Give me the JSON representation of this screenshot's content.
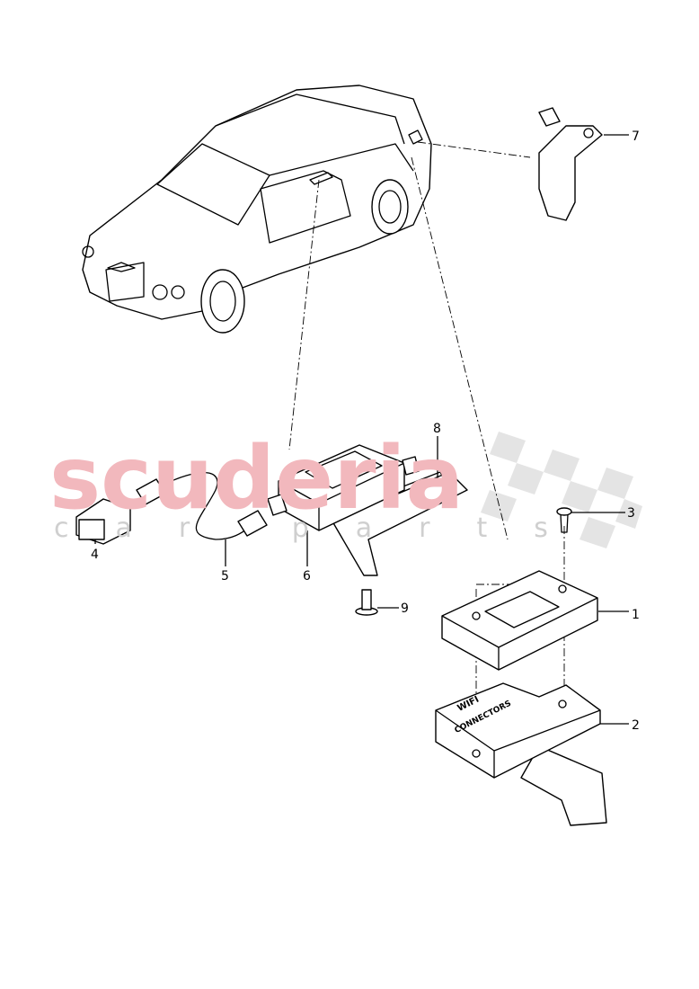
{
  "watermark": {
    "line1": "scuderia",
    "line2": "car parts",
    "color": "#f2b8bd"
  },
  "part_text": {
    "line1": "WIFI",
    "line2": "CONNECTORS"
  },
  "callouts": [
    "1",
    "2",
    "3",
    "4",
    "5",
    "6",
    "7",
    "8",
    "9"
  ]
}
